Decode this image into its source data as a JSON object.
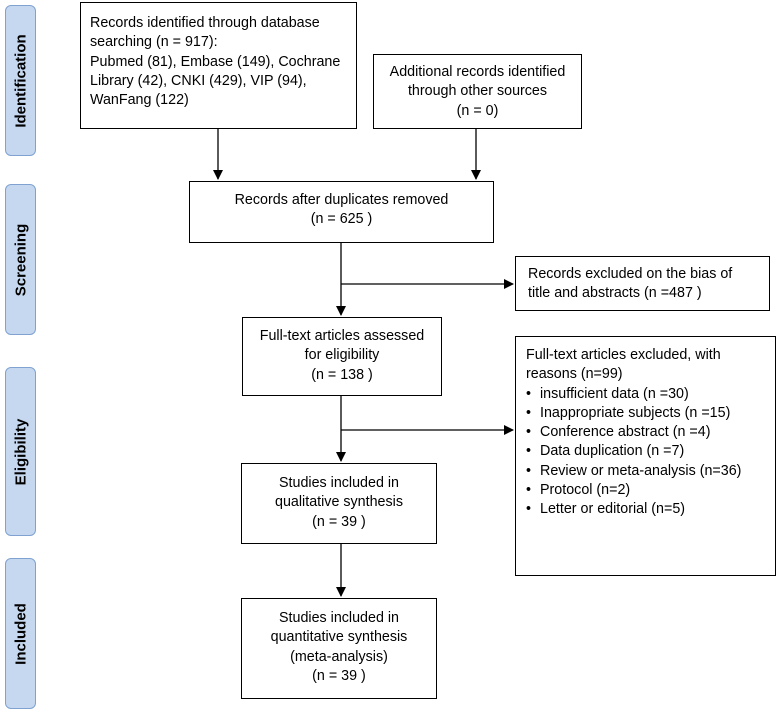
{
  "stages": [
    {
      "label": "Identification"
    },
    {
      "label": "Screening"
    },
    {
      "label": "Eligibility"
    },
    {
      "label": "Included"
    }
  ],
  "boxes": {
    "database": [
      "Records identified through database",
      "searching (n = 917):",
      "Pubmed (81), Embase (149),  Cochrane",
      "Library (42), CNKI (429), VIP (94),",
      "WanFang (122)"
    ],
    "other_sources": [
      "Additional records identified",
      "through other sources",
      "(n = 0)"
    ],
    "duplicates_removed": [
      "Records after duplicates removed",
      "(n = 625 )"
    ],
    "excluded_title": [
      "Records excluded on the bias of",
      "title and abstracts (n =487 )"
    ],
    "fulltext_assessed": [
      "Full-text articles assessed",
      "for eligibility",
      "(n = 138 )"
    ],
    "fulltext_excluded": {
      "header": [
        "Full-text articles excluded, with",
        "reasons (n=99)"
      ],
      "reasons": [
        "insufficient data (n =30)",
        "Inappropriate subjects (n =15)",
        "Conference abstract (n =4)",
        "Data duplication (n =7)",
        "Review or meta-analysis (n=36)",
        "Protocol (n=2)",
        "Letter or editorial (n=5)"
      ]
    },
    "qualitative": [
      "Studies included in",
      "qualitative synthesis",
      "(n =  39 )"
    ],
    "quantitative": [
      "Studies included in",
      "quantitative synthesis",
      "(meta-analysis)",
      "(n = 39 )"
    ]
  }
}
